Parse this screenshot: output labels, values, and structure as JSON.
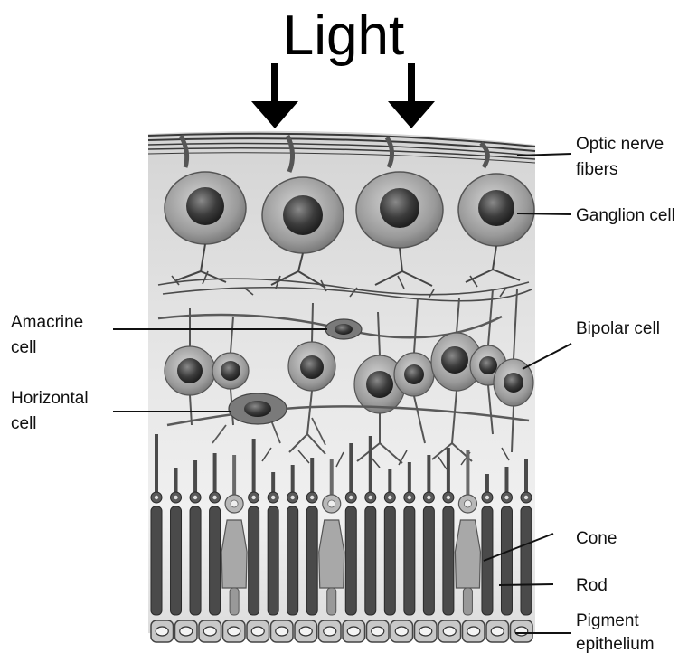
{
  "diagram": {
    "title": "Light",
    "labels": {
      "optic_nerve_1": "Optic nerve",
      "optic_nerve_2": "fibers",
      "ganglion": "Ganglion cell",
      "amacrine_1": "Amacrine",
      "amacrine_2": "cell",
      "bipolar": "Bipolar cell",
      "horizontal_1": "Horizontal",
      "horizontal_2": "cell",
      "cone": "Cone",
      "rod": "Rod",
      "pigment_1": "Pigment",
      "pigment_2": "epithelium"
    },
    "colors": {
      "background": "#ffffff",
      "tissue": "#e2e2e2",
      "cell_body": "#9c9c9c",
      "nucleus": "#3c3c3c",
      "dark_cell": "#4a4a4a",
      "line": "#111111"
    }
  }
}
